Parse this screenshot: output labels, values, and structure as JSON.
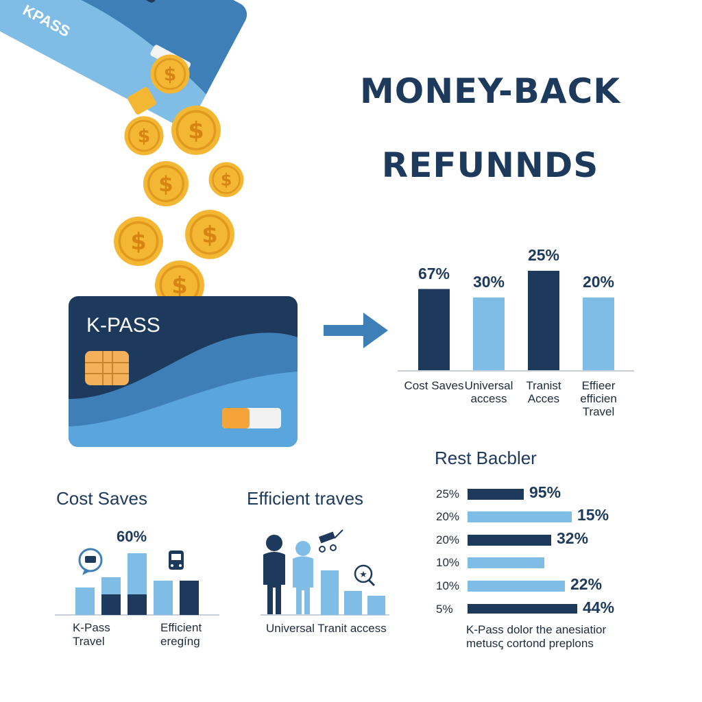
{
  "headline": {
    "line1": "MONEY-BACK",
    "line2": "REFUNNDS"
  },
  "card": {
    "brand": "K-PASS",
    "tilted_brand": "KPASS"
  },
  "colors": {
    "dark": "#1d3a5c",
    "light": "#7fbde6",
    "mid": "#3f7fb8",
    "coin": "#f4b733"
  },
  "chart_data": [
    {
      "type": "bar",
      "categories": [
        "Cost Saves",
        "Universal access",
        "Tranist Acces",
        "Effieer efficien Travel"
      ],
      "values": [
        67,
        30,
        25,
        20
      ],
      "value_labels": [
        "67%",
        "30%",
        "25%",
        "20%"
      ],
      "bar_colors": [
        "dark",
        "light",
        "dark",
        "light"
      ],
      "heights_note": "bar heights as drawn: 67, 60, 82, 60 (relative)",
      "drawn_heights": [
        67,
        60,
        82,
        60
      ]
    },
    {
      "type": "bar",
      "title": "Rest Bacbler",
      "orientation": "horizontal",
      "categories": [
        "25%",
        "20%",
        "20%",
        "10%",
        "10%",
        "5%"
      ],
      "values": [
        95,
        15,
        32,
        null,
        22,
        44
      ],
      "value_labels": [
        "95%",
        "15%",
        "32%",
        "",
        "22%",
        "44%"
      ],
      "drawn_lengths": [
        41,
        76,
        61,
        56,
        71,
        80
      ],
      "bar_colors": [
        "dark",
        "light",
        "dark",
        "light",
        "light",
        "dark"
      ],
      "footnote": [
        "K-Pass dolor the anesiatior",
        "metusꞔ cortond preplons"
      ]
    },
    {
      "type": "bar",
      "title": "Cost Saves",
      "annotation": "60%",
      "x_labels": [
        "K-Pass Travel",
        "Efficient eregíng"
      ],
      "stacks": [
        {
          "light": 40,
          "dark": 0
        },
        {
          "light": 25,
          "dark": 30
        },
        {
          "light": 60,
          "dark": 30
        },
        {
          "light": 50,
          "dark": 0
        },
        {
          "light": 0,
          "dark": 50
        }
      ]
    },
    {
      "type": "bar",
      "title": "Efficient traves",
      "xlabel": "Universal Tranit access",
      "values": [
        65,
        35,
        28
      ]
    }
  ]
}
